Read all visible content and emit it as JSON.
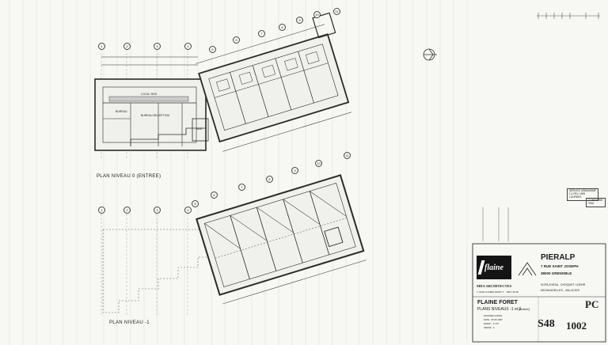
{
  "plans": {
    "top_title": "PLAN NIVEAU 0 (ENTREE)",
    "bottom_title": "PLAN NIVEAU -1",
    "room_labels": [
      "LOCAL SKIS",
      "BUREAU",
      "BUREAU RECEPTION",
      "SAS"
    ]
  },
  "grid_markers": {
    "top_row": [
      "1",
      "2",
      "3",
      "4"
    ],
    "bottom_row": [
      "1",
      "2",
      "3",
      "4"
    ],
    "rotated_top": [
      "6",
      "5",
      "7",
      "8",
      "9",
      "10",
      "11"
    ],
    "rotated_bottom": [
      "5",
      "6",
      "7",
      "8",
      "9",
      "10",
      "11"
    ]
  },
  "title_block": {
    "company": "PIERALP",
    "address_line1": "7 RUE SAINT JOSEPH",
    "address_line2": "38000 GRENOBLE",
    "architects": "MDA ARCHITECTES",
    "architects_sub": "7, RUE CUVIER  PARIS 7° · 4567.26.38",
    "collaborators_line1": "SCPA  JOSSA , CHOQUET LOEHR",
    "collaborators_line2": "MICHAUDELLES , VALLEJOS",
    "project": "FLAINE FORET",
    "sheet_title": "PLANS NIVEAUX -1 et 0",
    "sheet_title_note": "(entree)",
    "notes": [
      "DOSSIER COMPL.",
      "DATE : 06.05.1993",
      "MODIF. : 17.04",
      "INDICE : A"
    ],
    "pc_label": "PC",
    "drawing_number": "S48",
    "drawing_index": "1002",
    "stamp_lines": [
      "SERVICE URBANISME",
      "1 4  FEV. 1993",
      "LOURDES"
    ],
    "stamp_small": [
      "CONFORME",
      "VISA"
    ]
  },
  "colors": {
    "ink": "#2a2a2a",
    "paper": "#f7f7f4",
    "grid": "#cfcfcf"
  }
}
